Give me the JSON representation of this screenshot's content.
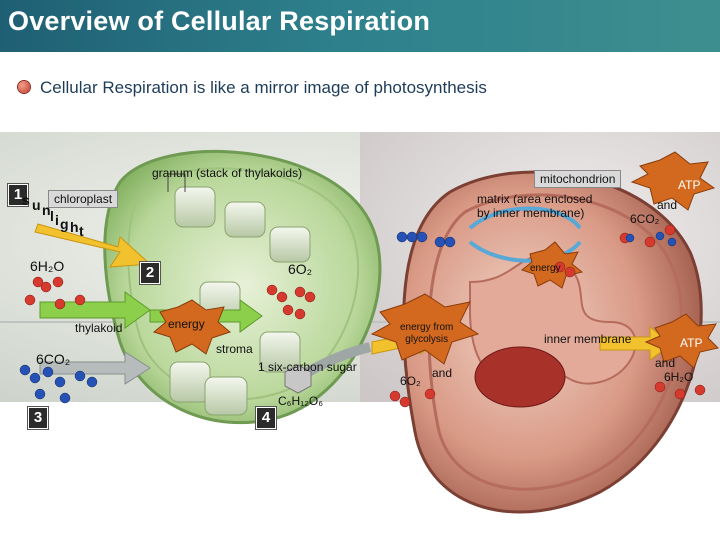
{
  "header": {
    "title": "Overview of Cellular Respiration",
    "colors": {
      "bar": "#2d7f8c",
      "text": "#ffffff"
    }
  },
  "subtitle": "Cellular Respiration is like a mirror image of photosynthesis",
  "chloroplast": {
    "step1": "1",
    "step2": "2",
    "step3": "3",
    "step4": "4",
    "chloroplast_label": "chloroplast",
    "granum_label": "granum (stack of thylakoids)",
    "sunlight": [
      "s",
      "u",
      "n",
      "l",
      "i",
      "g",
      "h",
      "t"
    ],
    "h2o": "6H₂O",
    "o2": "6O₂",
    "thylakoid": "thylakoid",
    "energy": "energy",
    "stroma": "stroma",
    "co2": "6CO₂",
    "sugar": "1 six-carbon sugar",
    "glucose": "C₆H₁₂O₆"
  },
  "mitochondrion": {
    "label": "mitochondrion",
    "matrix": "matrix (area enclosed\nby inner membrane)",
    "atp_top": "ATP",
    "and_top": "and",
    "co2": "6CO₂",
    "energy": "energy",
    "energy_glycolysis": "energy from\nglycolysis",
    "inner_membrane": "inner membrane",
    "atp_bottom": "ATP",
    "and_bottom": "and",
    "h2o": "6H₂O",
    "o2": "6O₂",
    "and_o2": "and"
  },
  "colors": {
    "chloroplast": "#a7c98a",
    "mitochondrion": "#c98270",
    "starburst": "#d2691e",
    "arrow_yellow": "#f2c12e",
    "arrow_green": "#8ccf4a"
  }
}
